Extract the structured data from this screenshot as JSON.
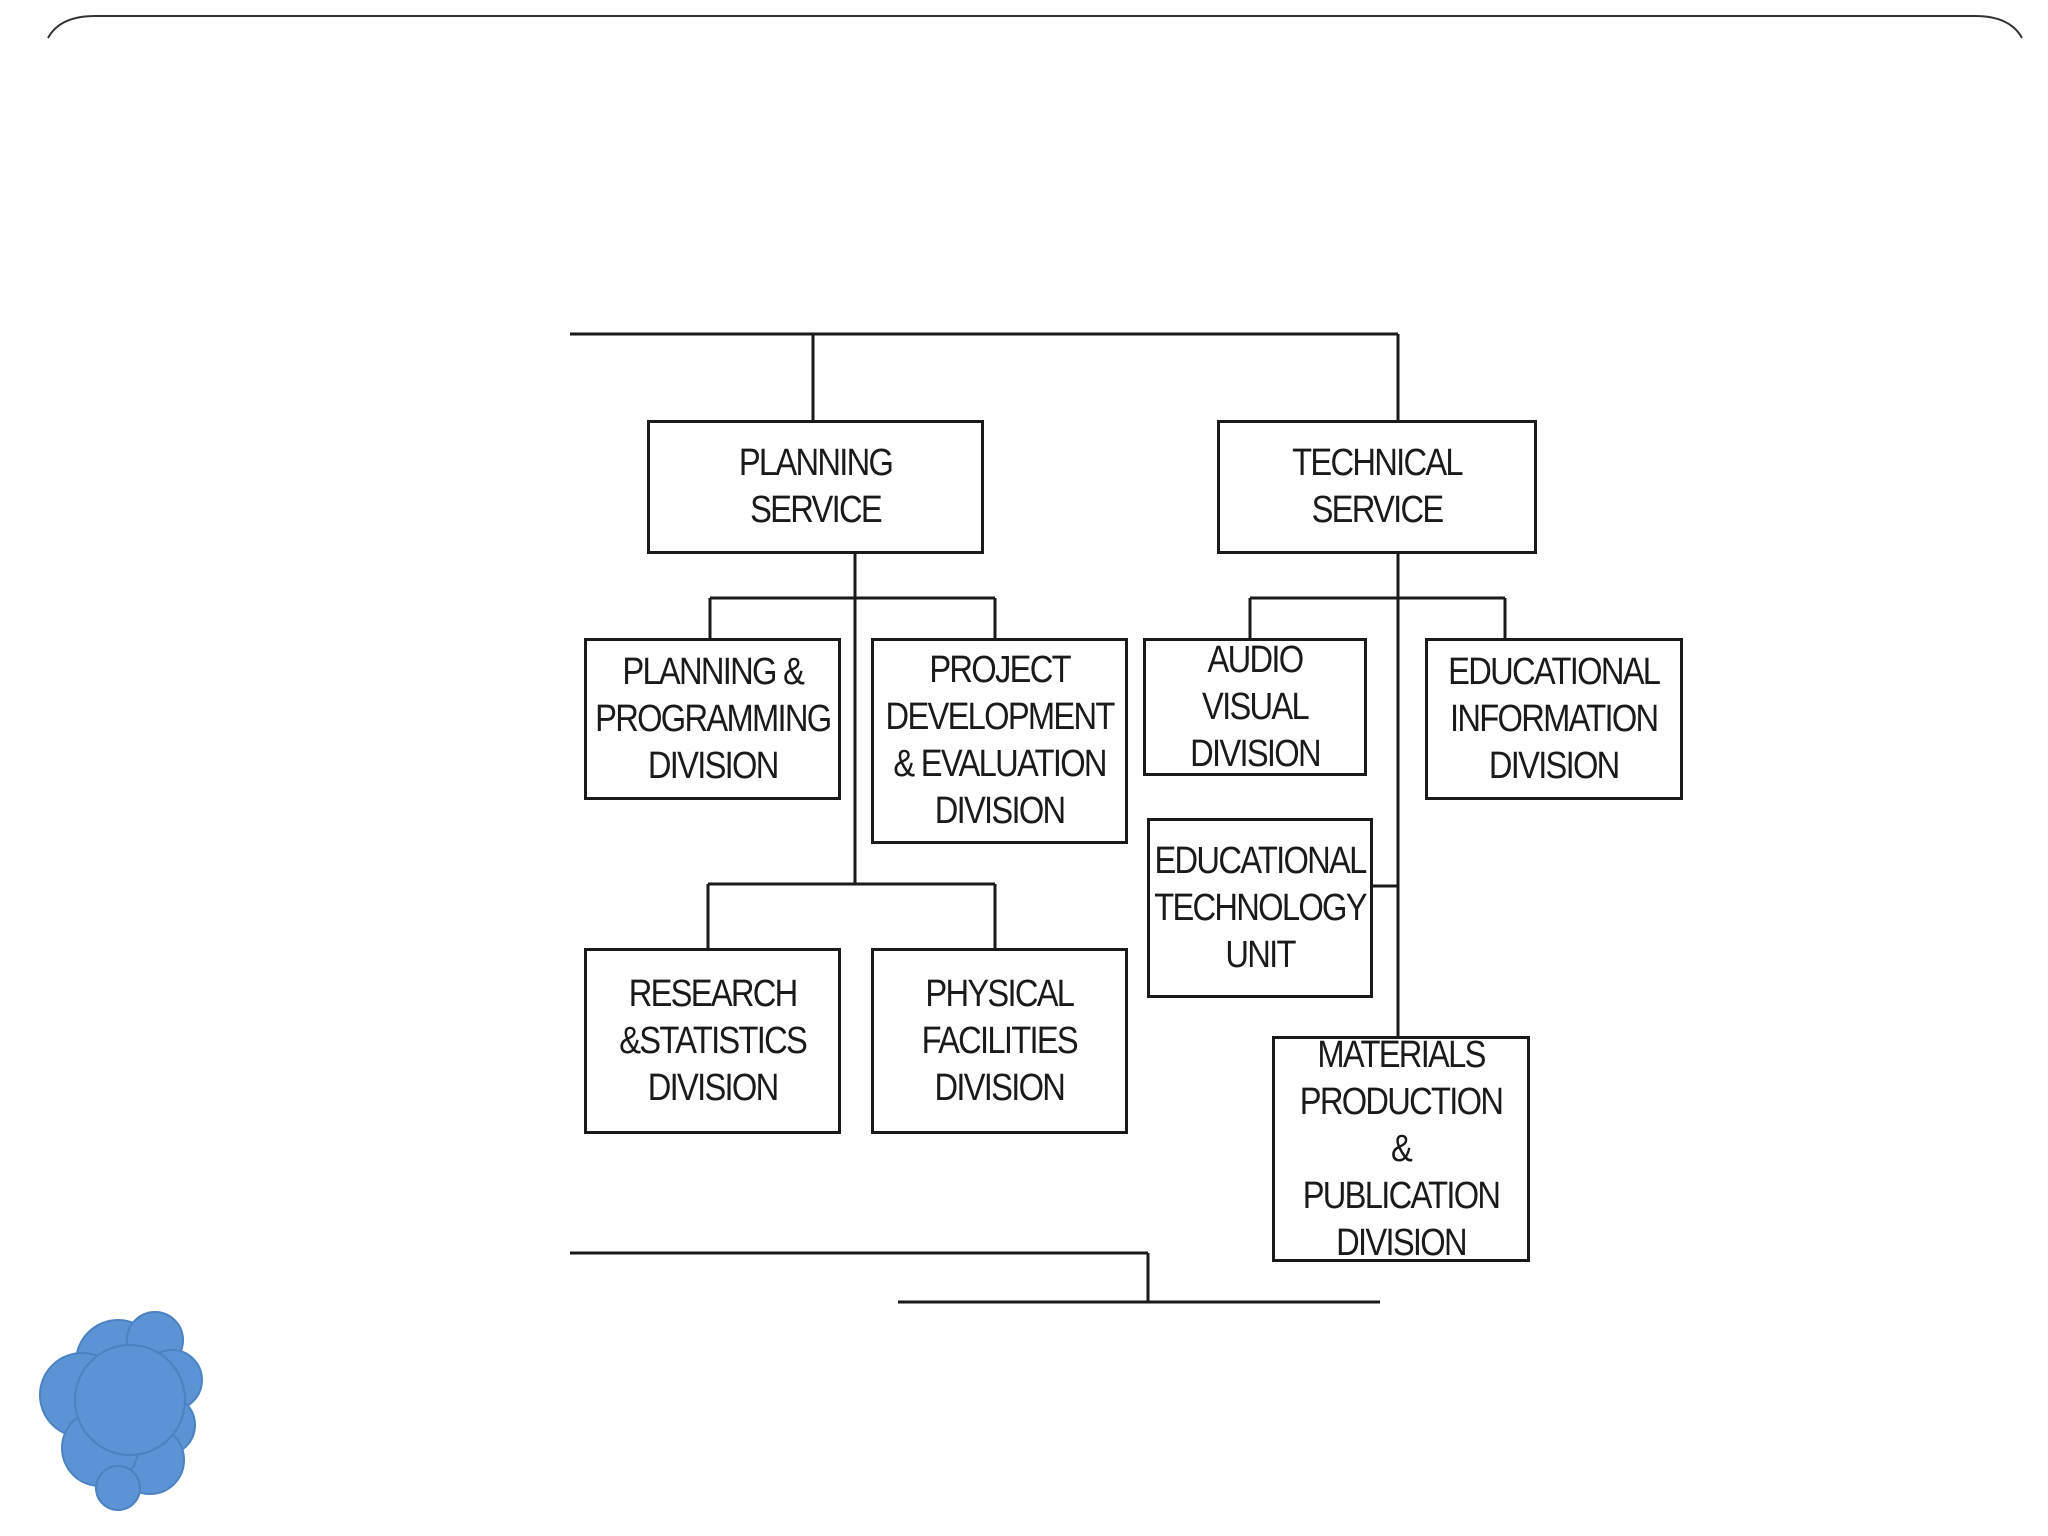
{
  "org_chart": {
    "planning_service": "PLANNING SERVICE",
    "technical_service": "TECHNICAL SERVICE",
    "planning_divisions": {
      "planning_programming": "PLANNING &\nPROGRAMMING\nDIVISION",
      "project_development": "PROJECT\nDEVELOPMENT\n& EVALUATION\nDIVISION",
      "research_statistics": "RESEARCH\n&STATISTICS\nDIVISION",
      "physical_facilities": "PHYSICAL\nFACILITIES\nDIVISION"
    },
    "technical_divisions": {
      "audio_visual": "AUDIO VISUAL\nDIVISION",
      "educational_information": "EDUCATIONAL\nINFORMATION\nDIVISION",
      "educational_technology": "EDUCATIONAL\nTECHNOLOGY\nUNIT",
      "materials_production": "MATERIALS\nPRODUCTION &\nPUBLICATION\nDIVISION"
    }
  },
  "colors": {
    "line": "#1a1a1a",
    "cloud": "#5b93d4",
    "frame": "#333333"
  },
  "icons": {
    "cloud": "cloud-shape"
  }
}
